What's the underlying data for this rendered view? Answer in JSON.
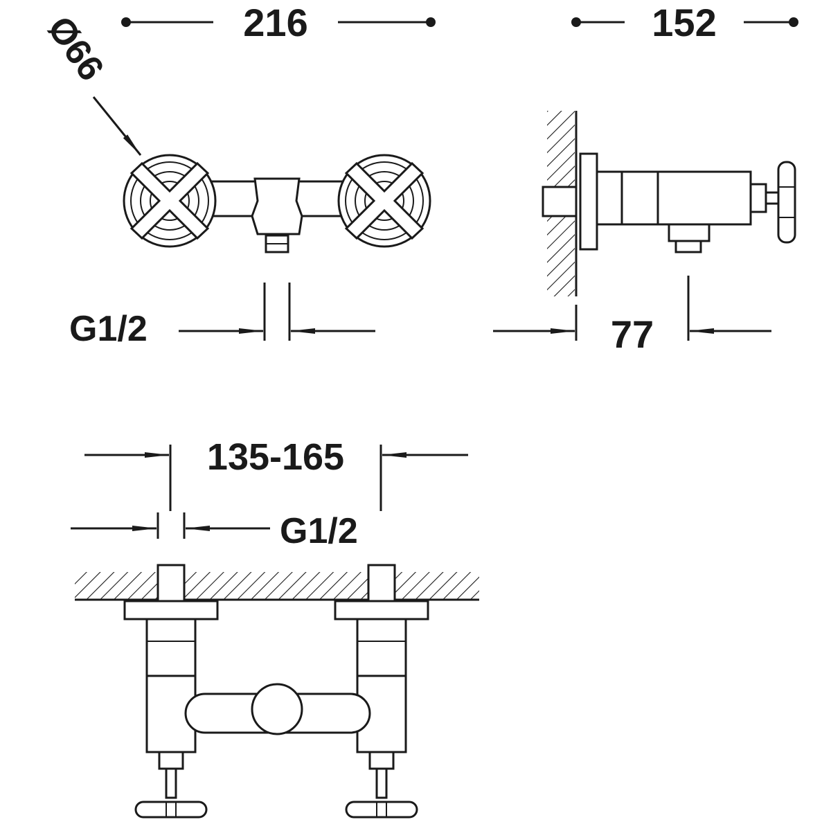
{
  "dimensions": {
    "total_width": "216",
    "depth": "152",
    "handle_diameter": "Ø66",
    "outlet_thread_front": "G1/2",
    "wall_projection": "77",
    "inlet_spacing": "135-165",
    "inlet_thread": "G1/2"
  },
  "colors": {
    "line": "#1a1a1a",
    "background": "#ffffff"
  }
}
